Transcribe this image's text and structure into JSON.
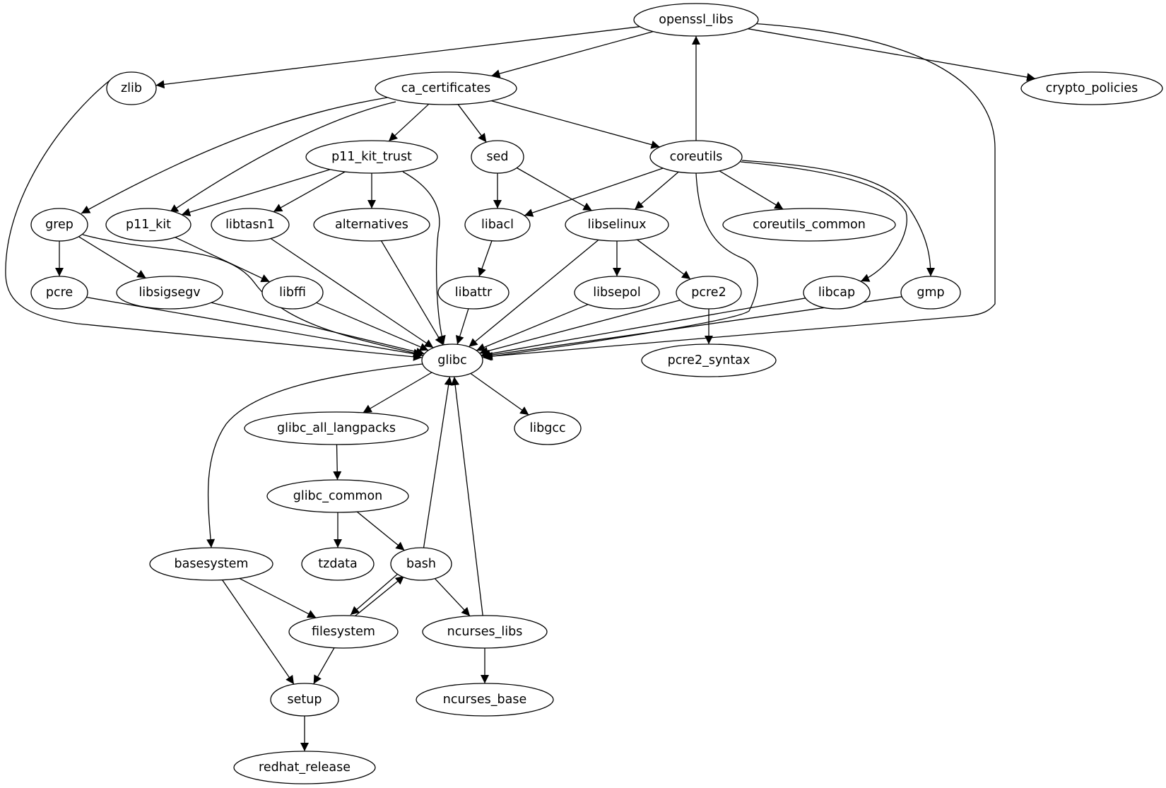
{
  "graph": {
    "nodes": [
      {
        "id": "openssl_libs",
        "label": "openssl_libs"
      },
      {
        "id": "zlib",
        "label": "zlib"
      },
      {
        "id": "ca_certificates",
        "label": "ca_certificates"
      },
      {
        "id": "crypto_policies",
        "label": "crypto_policies"
      },
      {
        "id": "p11_kit_trust",
        "label": "p11_kit_trust"
      },
      {
        "id": "sed",
        "label": "sed"
      },
      {
        "id": "coreutils",
        "label": "coreutils"
      },
      {
        "id": "grep",
        "label": "grep"
      },
      {
        "id": "p11_kit",
        "label": "p11_kit"
      },
      {
        "id": "libtasn1",
        "label": "libtasn1"
      },
      {
        "id": "alternatives",
        "label": "alternatives"
      },
      {
        "id": "libacl",
        "label": "libacl"
      },
      {
        "id": "libselinux",
        "label": "libselinux"
      },
      {
        "id": "coreutils_common",
        "label": "coreutils_common"
      },
      {
        "id": "pcre",
        "label": "pcre"
      },
      {
        "id": "libsigsegv",
        "label": "libsigsegv"
      },
      {
        "id": "libffi",
        "label": "libffi"
      },
      {
        "id": "libattr",
        "label": "libattr"
      },
      {
        "id": "libsepol",
        "label": "libsepol"
      },
      {
        "id": "pcre2",
        "label": "pcre2"
      },
      {
        "id": "libcap",
        "label": "libcap"
      },
      {
        "id": "gmp",
        "label": "gmp"
      },
      {
        "id": "glibc",
        "label": "glibc"
      },
      {
        "id": "pcre2_syntax",
        "label": "pcre2_syntax"
      },
      {
        "id": "glibc_all_langpacks",
        "label": "glibc_all_langpacks"
      },
      {
        "id": "libgcc",
        "label": "libgcc"
      },
      {
        "id": "glibc_common",
        "label": "glibc_common"
      },
      {
        "id": "basesystem",
        "label": "basesystem"
      },
      {
        "id": "tzdata",
        "label": "tzdata"
      },
      {
        "id": "bash",
        "label": "bash"
      },
      {
        "id": "filesystem",
        "label": "filesystem"
      },
      {
        "id": "ncurses_libs",
        "label": "ncurses_libs"
      },
      {
        "id": "setup",
        "label": "setup"
      },
      {
        "id": "ncurses_base",
        "label": "ncurses_base"
      },
      {
        "id": "redhat_release",
        "label": "redhat_release"
      }
    ],
    "edges": [
      {
        "from": "openssl_libs",
        "to": "zlib"
      },
      {
        "from": "openssl_libs",
        "to": "ca_certificates"
      },
      {
        "from": "openssl_libs",
        "to": "crypto_policies"
      },
      {
        "from": "openssl_libs",
        "to": "glibc"
      },
      {
        "from": "coreutils",
        "to": "openssl_libs"
      },
      {
        "from": "zlib",
        "to": "glibc"
      },
      {
        "from": "ca_certificates",
        "to": "grep"
      },
      {
        "from": "ca_certificates",
        "to": "p11_kit"
      },
      {
        "from": "ca_certificates",
        "to": "p11_kit_trust"
      },
      {
        "from": "ca_certificates",
        "to": "sed"
      },
      {
        "from": "ca_certificates",
        "to": "coreutils"
      },
      {
        "from": "p11_kit_trust",
        "to": "p11_kit"
      },
      {
        "from": "p11_kit_trust",
        "to": "libtasn1"
      },
      {
        "from": "p11_kit_trust",
        "to": "alternatives"
      },
      {
        "from": "p11_kit_trust",
        "to": "glibc"
      },
      {
        "from": "sed",
        "to": "libacl"
      },
      {
        "from": "sed",
        "to": "libselinux"
      },
      {
        "from": "coreutils",
        "to": "libacl"
      },
      {
        "from": "coreutils",
        "to": "libselinux"
      },
      {
        "from": "coreutils",
        "to": "coreutils_common"
      },
      {
        "from": "coreutils",
        "to": "glibc"
      },
      {
        "from": "coreutils",
        "to": "libcap"
      },
      {
        "from": "coreutils",
        "to": "gmp"
      },
      {
        "from": "grep",
        "to": "pcre"
      },
      {
        "from": "grep",
        "to": "libsigsegv"
      },
      {
        "from": "grep",
        "to": "glibc"
      },
      {
        "from": "p11_kit",
        "to": "libffi"
      },
      {
        "from": "libtasn1",
        "to": "glibc"
      },
      {
        "from": "alternatives",
        "to": "glibc"
      },
      {
        "from": "libacl",
        "to": "libattr"
      },
      {
        "from": "libselinux",
        "to": "glibc"
      },
      {
        "from": "libselinux",
        "to": "libsepol"
      },
      {
        "from": "libselinux",
        "to": "pcre2"
      },
      {
        "from": "pcre",
        "to": "glibc"
      },
      {
        "from": "libsigsegv",
        "to": "glibc"
      },
      {
        "from": "libffi",
        "to": "glibc"
      },
      {
        "from": "libattr",
        "to": "glibc"
      },
      {
        "from": "libsepol",
        "to": "glibc"
      },
      {
        "from": "pcre2",
        "to": "glibc"
      },
      {
        "from": "pcre2",
        "to": "pcre2_syntax"
      },
      {
        "from": "libcap",
        "to": "glibc"
      },
      {
        "from": "gmp",
        "to": "glibc"
      },
      {
        "from": "glibc",
        "to": "basesystem"
      },
      {
        "from": "glibc",
        "to": "glibc_all_langpacks"
      },
      {
        "from": "glibc",
        "to": "libgcc"
      },
      {
        "from": "glibc_all_langpacks",
        "to": "glibc_common"
      },
      {
        "from": "glibc_common",
        "to": "tzdata"
      },
      {
        "from": "glibc_common",
        "to": "bash"
      },
      {
        "from": "bash",
        "to": "glibc"
      },
      {
        "from": "bash",
        "to": "filesystem"
      },
      {
        "from": "bash",
        "to": "ncurses_libs"
      },
      {
        "from": "filesystem",
        "to": "bash"
      },
      {
        "from": "filesystem",
        "to": "setup"
      },
      {
        "from": "ncurses_libs",
        "to": "glibc"
      },
      {
        "from": "ncurses_libs",
        "to": "ncurses_base"
      },
      {
        "from": "basesystem",
        "to": "filesystem"
      },
      {
        "from": "basesystem",
        "to": "setup"
      },
      {
        "from": "setup",
        "to": "redhat_release"
      }
    ]
  }
}
